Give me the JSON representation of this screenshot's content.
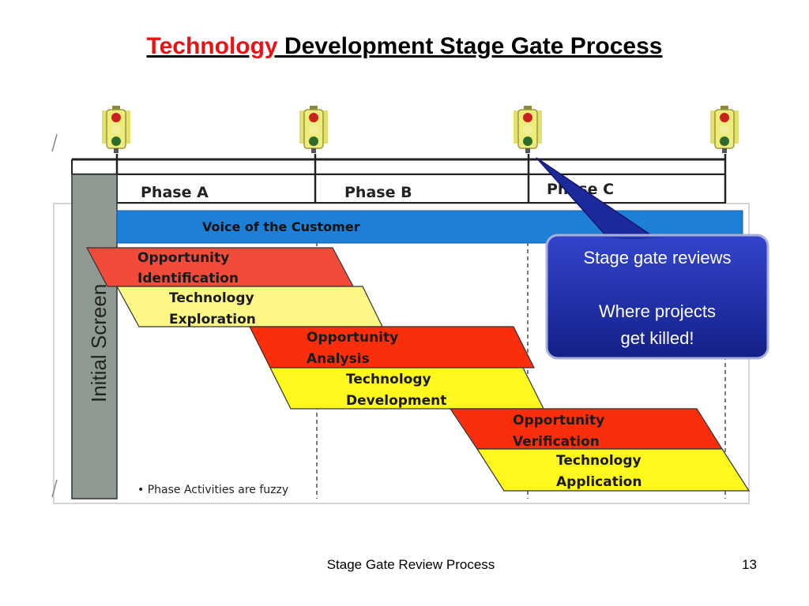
{
  "slide": {
    "title_accent": "Technology",
    "title_rest": " Development Stage Gate Process",
    "footer_text": "Stage Gate Review Process",
    "page_number": "13"
  },
  "diagram": {
    "initial_screen_label": "Initial Screen",
    "phases": [
      {
        "label": "Phase A"
      },
      {
        "label": "Phase B"
      },
      {
        "label": "Phase C"
      }
    ],
    "voice_of_customer": "Voice of the Customer",
    "activities": [
      {
        "line1": "Opportunity",
        "line2": "Identification",
        "color": "#f24b3a"
      },
      {
        "line1": "Technology",
        "line2": "Exploration",
        "color": "#fdf886"
      },
      {
        "line1": "Opportunity",
        "line2": "Analysis",
        "color": "#fb2e0c"
      },
      {
        "line1": "Technology",
        "line2": "Development",
        "color": "#fff81c"
      },
      {
        "line1": "Opportunity",
        "line2": "Verification",
        "color": "#fb2e0c"
      },
      {
        "line1": "Technology",
        "line2": "Application",
        "color": "#fff81c"
      }
    ],
    "note": "• Phase Activities are fuzzy",
    "callout": {
      "line1": "Stage gate reviews",
      "line2": "Where projects",
      "line3": "get killed!"
    }
  },
  "colors": {
    "title_accent": "#ee1111",
    "voice_bar": "#1e7fd6",
    "screen_column": "#8e9a92",
    "callout_fill": "#1c2a9c"
  },
  "icons": [
    "traffic-light-icon"
  ]
}
